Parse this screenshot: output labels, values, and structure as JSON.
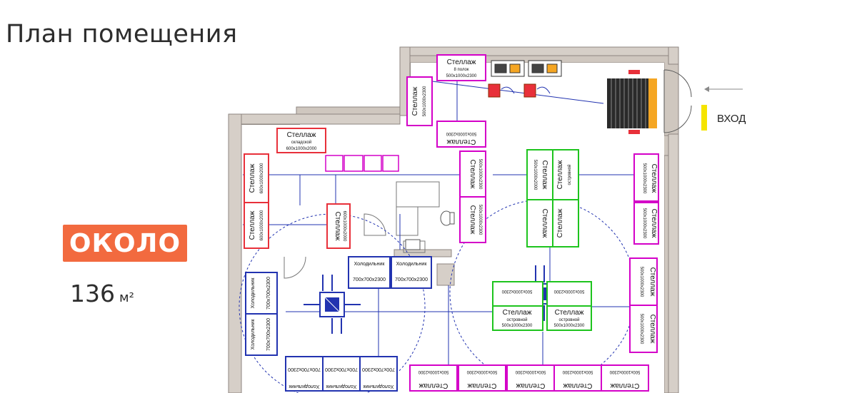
{
  "page_title": "План помещения",
  "brand": {
    "logo_text": "ОКОЛО",
    "color": "#f26a3f"
  },
  "area": {
    "value": "136",
    "unit": "м²"
  },
  "entrance": {
    "label": "ВХОД",
    "marker_color": "#f5e400"
  },
  "colors": {
    "magenta": "#d400c8",
    "green": "#1ec41e",
    "red": "#e8303a",
    "blue": "#2233b0",
    "wall": "#c9c2bb"
  },
  "labels": {
    "shelf": "Стеллаж",
    "shelf_storage": "складской",
    "shelf_8": "8 полок",
    "shelf_island": "островной",
    "fridge": "Холодильник",
    "d1": "500х1000х2300",
    "d2": "600х1000х2000",
    "d3": "700х700х2300",
    "d4": "500х1000х2300",
    "d5": "500х1000х2000"
  }
}
